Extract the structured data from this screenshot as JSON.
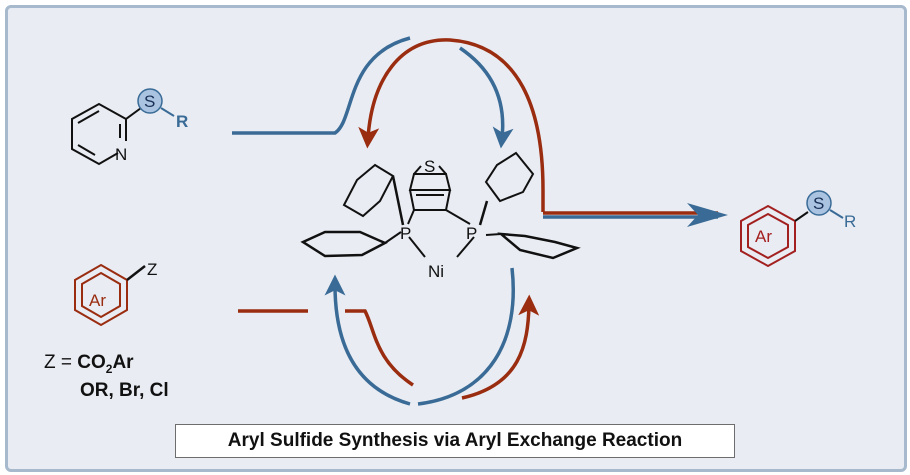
{
  "caption": "Aryl Sulfide Synthesis via Aryl Exchange Reaction",
  "z_definition": {
    "prefix": "Z =",
    "line1_main": "CO",
    "line1_sub": "2",
    "line1_tail": "Ar",
    "line2": "OR, Br, Cl"
  },
  "pyridyl_sulfide": {
    "S": "S",
    "R": "R",
    "N": "N"
  },
  "aryl_electrophile": {
    "Ar": "Ar",
    "Z": "Z"
  },
  "catalyst": {
    "S": "S",
    "P_left": "P",
    "P_right": "P",
    "Ni": "Ni"
  },
  "product": {
    "Ar": "Ar",
    "S": "S",
    "R": "R"
  },
  "colors": {
    "blue": "#3a6b96",
    "red": "#9a2c10",
    "product_red": "#a32020",
    "s_circle": "#a9c3e1",
    "background": "#e9edf3",
    "border": "#a7b9cd"
  }
}
